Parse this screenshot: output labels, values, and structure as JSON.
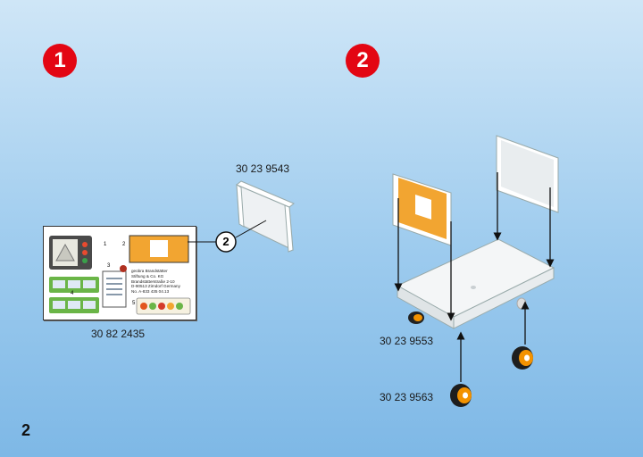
{
  "page": {
    "number": "2"
  },
  "steps": [
    {
      "label": "1"
    },
    {
      "label": "2"
    }
  ],
  "parts": {
    "sign_panel": "30 23 9543",
    "sticker_sheet": "30 82 2435",
    "cart_base": "30 23 9553",
    "wheel": "30 23 9563"
  },
  "callouts": {
    "sticker_ref": "2"
  },
  "sticker_sheet": {
    "numbers": [
      "1",
      "2",
      "3",
      "4",
      "5"
    ],
    "legal_text": [
      "geobra Brandstätter",
      "Stiftung & Co. KG",
      "Brandstätterstraße 2-10",
      "D-90513 Zirndorf Germany",
      "No. A-833 435        04.13"
    ]
  },
  "colors": {
    "step_red": "#e30613",
    "sticker_orange": "#f2a531",
    "wheel_orange": "#f39200",
    "sticker_green": "#6ab547"
  }
}
